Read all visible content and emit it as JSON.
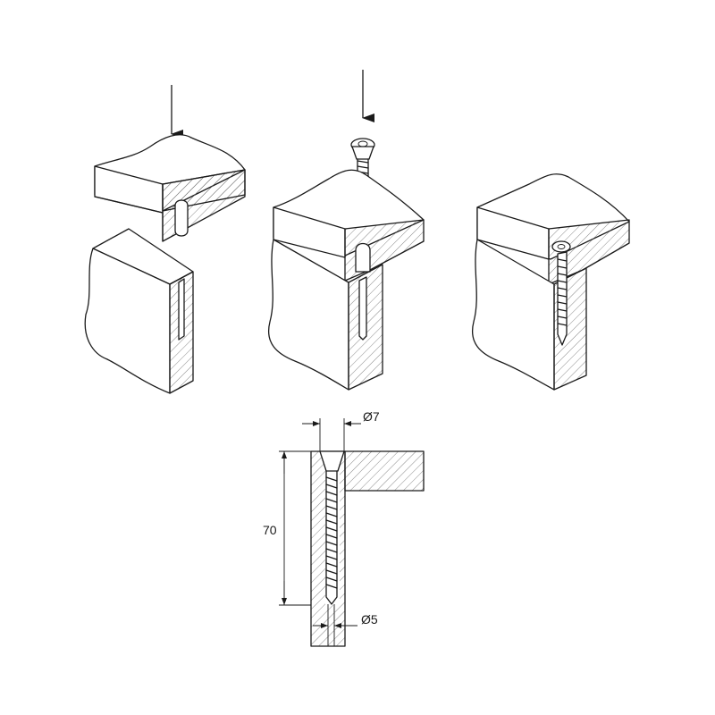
{
  "dimensions": {
    "top_diameter": "Ø7",
    "length": "70",
    "bottom_diameter": "Ø5"
  }
}
